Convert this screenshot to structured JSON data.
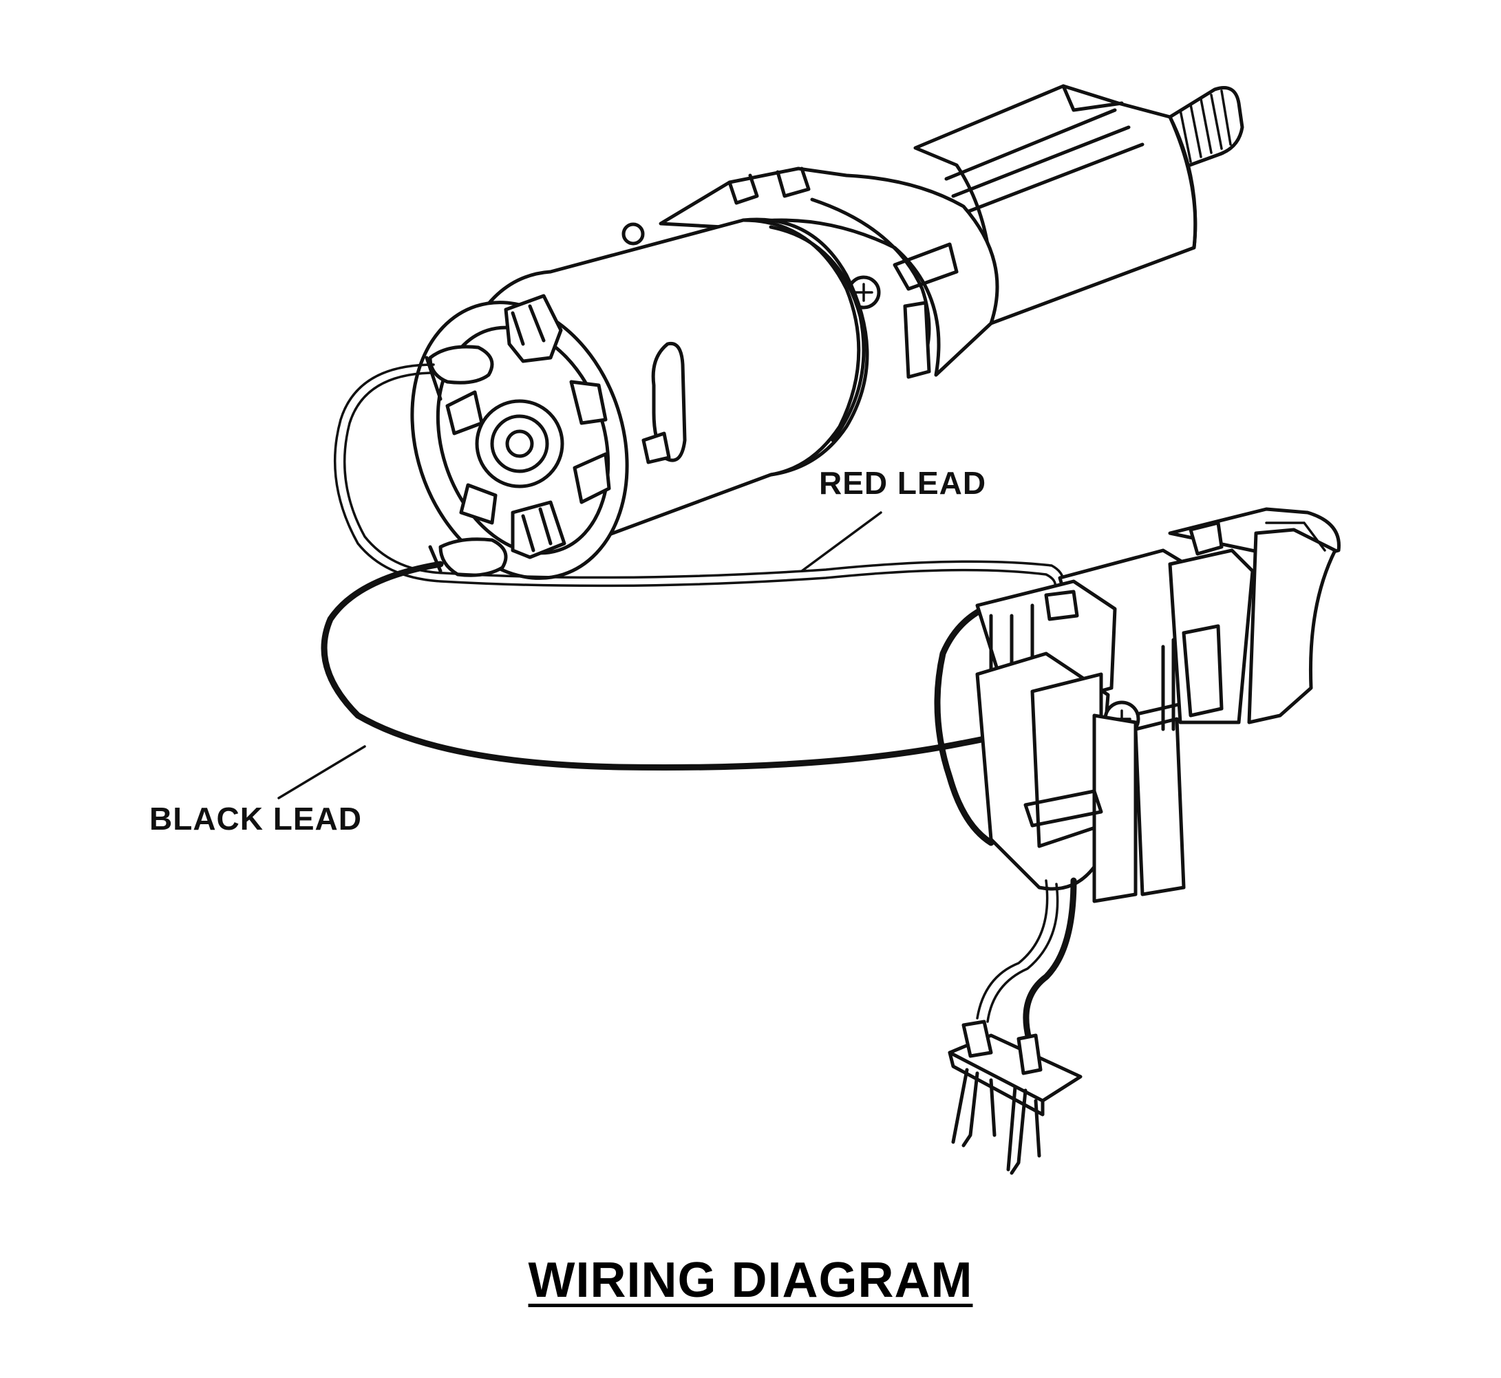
{
  "title": "WIRING DIAGRAM",
  "labels": {
    "red_lead": "RED LEAD",
    "black_lead": "BLACK LEAD"
  },
  "colors": {
    "ink": "#111111",
    "background": "#ffffff"
  }
}
